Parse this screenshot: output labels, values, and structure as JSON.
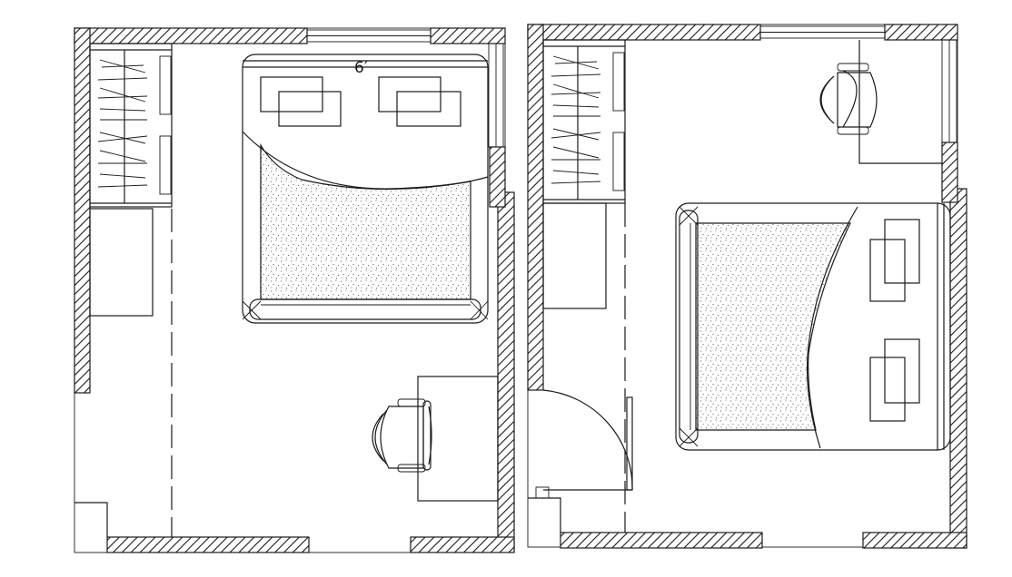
{
  "plans": [
    {
      "id": "left-bedroom",
      "dimension_label": "6′"
    },
    {
      "id": "right-bedroom"
    }
  ],
  "colors": {
    "line": "#1a1a1a",
    "background": "#ffffff"
  }
}
